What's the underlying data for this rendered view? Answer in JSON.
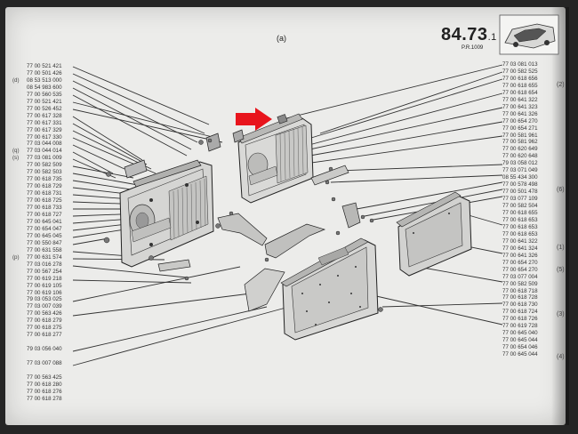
{
  "page": {
    "number": "84.73",
    "number_sub": ".1",
    "revision": "P.R.1009",
    "figure_label": "(a)"
  },
  "left_refs": [
    {
      "ref": "",
      "part": "77 00 521 421"
    },
    {
      "ref": "",
      "part": "77 00 501 426"
    },
    {
      "ref": "(d)",
      "part": "08 53 513 000"
    },
    {
      "ref": "",
      "part": "08 54 983 600"
    },
    {
      "ref": "",
      "part": "77 00 560 535"
    },
    {
      "ref": "",
      "part": "77 00 521 421"
    },
    {
      "ref": "",
      "part": "77 00 526 452"
    },
    {
      "ref": "",
      "part": "77 00 617 328"
    },
    {
      "ref": "",
      "part": "77 00 617 331"
    },
    {
      "ref": "",
      "part": "77 00 617 329"
    },
    {
      "ref": "",
      "part": "77 00 617 330"
    },
    {
      "ref": "",
      "part": "77 03 044 008"
    },
    {
      "ref": "(q)",
      "part": "77 03 044 014"
    },
    {
      "ref": "(s)",
      "part": "77 03 081 009"
    },
    {
      "ref": "",
      "part": "77 00 582 509"
    },
    {
      "ref": "",
      "part": "77 00 582 503"
    },
    {
      "ref": "",
      "part": "77 00 618 735"
    },
    {
      "ref": "",
      "part": "77 00 618 729"
    },
    {
      "ref": "",
      "part": "77 00 618 731"
    },
    {
      "ref": "",
      "part": "77 00 618 725"
    },
    {
      "ref": "",
      "part": "77 00 618 733"
    },
    {
      "ref": "",
      "part": "77 00 618 727"
    },
    {
      "ref": "",
      "part": "77 00 645 041"
    },
    {
      "ref": "",
      "part": "77 00 654 047"
    },
    {
      "ref": "",
      "part": "77 00 645 045"
    },
    {
      "ref": "",
      "part": "77 00 550 847"
    },
    {
      "ref": "",
      "part": "77 00 631 558"
    },
    {
      "ref": "(p)",
      "part": "77 00 631 574"
    },
    {
      "ref": "",
      "part": "77 03 016 278"
    },
    {
      "ref": "",
      "part": "77 00 567 254"
    },
    {
      "ref": "",
      "part": "77 00 619 218"
    },
    {
      "ref": "",
      "part": "77 00 619 105"
    },
    {
      "ref": "",
      "part": "77 00 619 106"
    },
    {
      "ref": "",
      "part": "79 03 053 025"
    },
    {
      "ref": "",
      "part": "77 03 007 039"
    },
    {
      "ref": "",
      "part": "77 00 563 426"
    },
    {
      "ref": "",
      "part": "77 00 618 279"
    },
    {
      "ref": "",
      "part": "77 00 618 275"
    },
    {
      "ref": "",
      "part": "77 00 618 277"
    },
    {
      "ref": "",
      "part": ""
    },
    {
      "ref": "",
      "part": "79 03 056 040"
    },
    {
      "ref": "",
      "part": ""
    },
    {
      "ref": "",
      "part": "77 03 007 088"
    },
    {
      "ref": "",
      "part": ""
    },
    {
      "ref": "",
      "part": "77 00 563 425"
    },
    {
      "ref": "",
      "part": "77 00 618 280"
    },
    {
      "ref": "",
      "part": "77 00 618 276"
    },
    {
      "ref": "",
      "part": "77 00 618 278"
    }
  ],
  "right_refs": [
    "77 03 081 013",
    "77 00 582 525",
    "77 00 618 656",
    "77 00 618 655",
    "77 00 618 654",
    "77 00 641 322",
    "77 00 641 323",
    "77 00 641 326",
    "77 00 654 270",
    "77 00 654 271",
    "77 00 581 961",
    "77 00 581 962",
    "77 00 620 649",
    "77 00 620 648",
    "79 03 058 012",
    "77 03 071 049",
    "08 55 434 300",
    "77 00 578 498",
    "77 00 501 478",
    "77 03 077 109",
    "",
    "77 00 582 504",
    "77 00 618 655",
    "77 00 618 653",
    "77 00 618 653",
    "77 00 618 653",
    "77 00 641 322",
    "77 00 641 324",
    "77 00 641 326",
    "77 00 654 270",
    "77 00 654 270",
    "77 03 077 004",
    "77 00 582 509",
    "77 00 618 718",
    "77 00 618 728",
    "77 00 618 730",
    "77 00 618 724",
    "77 00 618 726",
    "77 00 619 728",
    "77 00 645 040",
    "77 00 645 044",
    "77 00 654 046",
    "77 00 645 044"
  ],
  "right_codes": [
    "(2)",
    "(6)",
    "(1)",
    "(5)",
    "(3)",
    "(4)"
  ],
  "colors": {
    "arrow": "#e8141c",
    "paper": "#ececea"
  }
}
